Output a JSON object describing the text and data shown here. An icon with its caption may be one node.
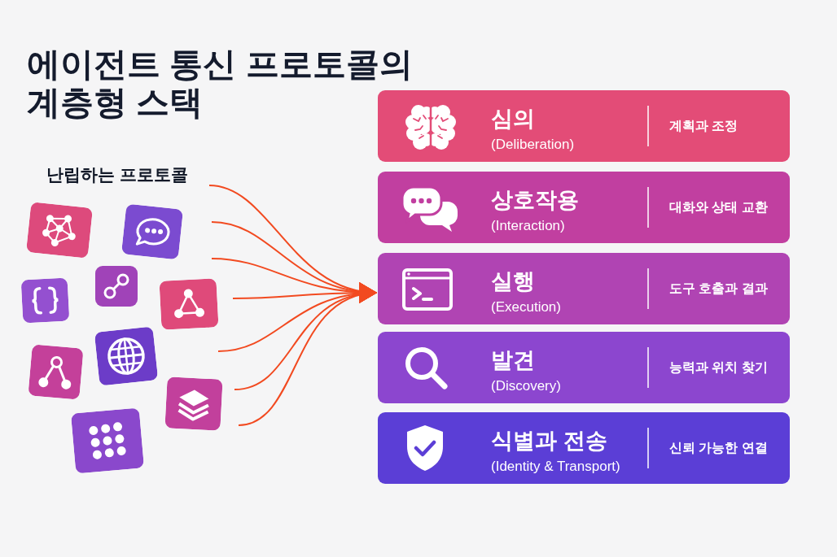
{
  "diagram": {
    "title": "에이전트 통신 프로토콜의 계층형 스택",
    "nodes": [
      {
        "text": [
          "심의",
          "(Deliberation)",
          "계획과 조정"
        ]
      },
      {
        "text": [
          "상호작용",
          "(Interaction)",
          "대화와 상태 교환"
        ]
      },
      {
        "text": [
          "실행",
          "(Execution)",
          "도구 호출과 결과"
        ]
      },
      {
        "text": [
          "발견",
          "(Discovery)",
          "능력과 위치 찾기"
        ]
      },
      {
        "text": [
          "식별과 전송",
          "(Identity & Transport)",
          "신뢰 가능한 연결"
        ]
      }
    ],
    "edges": [
      {
        "from": null,
        "to": 2,
        "arrow": "to"
      },
      {
        "from": null,
        "to": 2,
        "arrow": "to"
      },
      {
        "from": null,
        "to": 2,
        "arrow": "to"
      },
      {
        "from": null,
        "to": 2,
        "arrow": "to"
      },
      {
        "from": null,
        "to": 2,
        "arrow": "to"
      },
      {
        "from": null,
        "to": 2,
        "arrow": "to"
      },
      {
        "from": null,
        "to": 2,
        "arrow": "to"
      }
    ],
    "labels": [
      "난립하는 프로토콜"
    ]
  }
}
